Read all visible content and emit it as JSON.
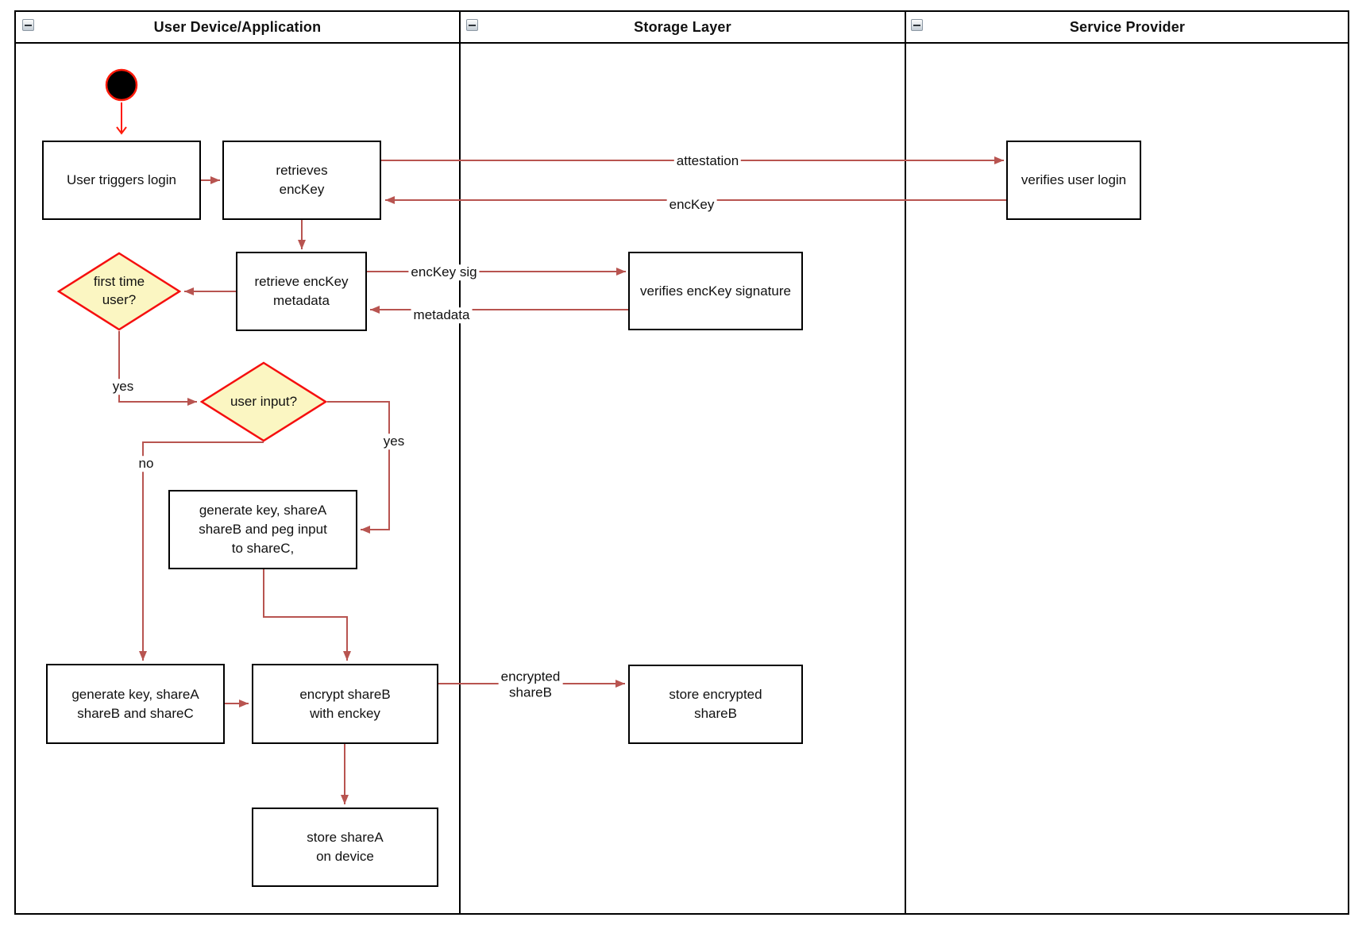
{
  "diagram": {
    "lanes": [
      {
        "id": "lane-user-device",
        "title": "User Device/Application"
      },
      {
        "id": "lane-storage",
        "title": "Storage Layer"
      },
      {
        "id": "lane-service-provider",
        "title": "Service Provider"
      }
    ],
    "start_node": "start",
    "nodes": {
      "user_triggers_login": {
        "label": "User triggers login"
      },
      "retrieves_enckey": {
        "label": "retrieves\nencKey"
      },
      "verifies_user_login": {
        "label": "verifies user login"
      },
      "retrieve_enckey_metadata": {
        "label": "retrieve encKey\nmetadata"
      },
      "verifies_enckey_signature": {
        "label": "verifies encKey signature"
      },
      "generate_key_peg": {
        "label": "generate key, shareA\nshareB and peg input\nto shareC,"
      },
      "generate_key_shares": {
        "label": "generate key, shareA\nshareB and shareC"
      },
      "encrypt_shareb": {
        "label": "encrypt shareB\nwith enckey"
      },
      "store_encrypted_shareb": {
        "label": "store encrypted\nshareB"
      },
      "store_sharea": {
        "label": "store shareA\non device"
      }
    },
    "decisions": {
      "first_time_user": {
        "label": "first time\nuser?"
      },
      "user_input": {
        "label": "user input?"
      }
    },
    "edge_labels": {
      "attestation": "attestation",
      "enckey": "encKey",
      "enckey_sig": "encKey sig",
      "metadata": "metadata",
      "encrypted_shareb": "encrypted\nshareB",
      "yes_first_time": "yes",
      "yes_user_input": "yes",
      "no_user_input": "no"
    }
  },
  "colors": {
    "arrow": "#B85450",
    "start": "#FF1A0A",
    "diamond_fill": "#FBF6C2",
    "diamond_border": "#F50F0F",
    "node_border": "#000000",
    "node_fill": "#ffffff",
    "lane_border": "#000000"
  }
}
